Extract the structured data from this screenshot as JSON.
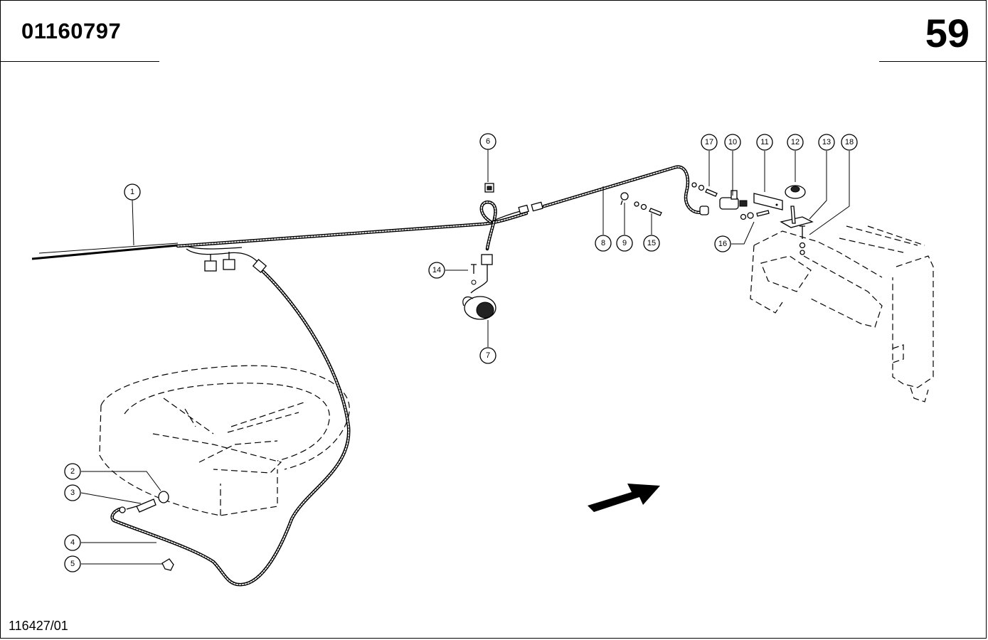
{
  "header": {
    "doc_number": "01160797",
    "page_number": "59"
  },
  "footer": {
    "ref_number": "116427/01"
  },
  "callouts": [
    "1",
    "2",
    "3",
    "4",
    "5",
    "6",
    "7",
    "8",
    "9",
    "10",
    "11",
    "12",
    "13",
    "14",
    "15",
    "16",
    "17",
    "18"
  ]
}
